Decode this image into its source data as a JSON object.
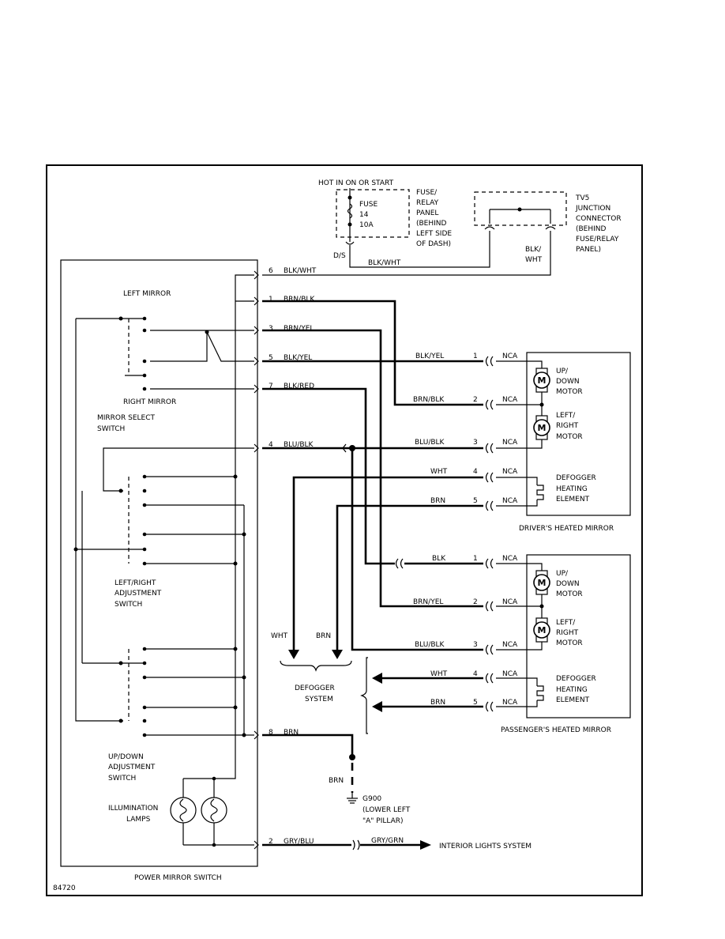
{
  "labels": {
    "hot_in": "HOT IN ON OR START",
    "fuse_line1": "FUSE",
    "fuse_line2": "14",
    "fuse_line3": "10A",
    "fuse_panel": [
      "FUSE/",
      "RELAY",
      "PANEL",
      "(BEHIND",
      "LEFT SIDE",
      "OF DASH)"
    ],
    "ds": "D/S",
    "tv5": [
      "TV5",
      "JUNCTION",
      "CONNECTOR",
      "(BEHIND",
      "FUSE/RELAY",
      "PANEL)"
    ],
    "blk_wht_main": "BLK/WHT",
    "blk_wht_vert": [
      "BLK/",
      "WHT"
    ],
    "left_mirror": "LEFT MIRROR",
    "right_mirror": "RIGHT MIRROR",
    "mirror_select": [
      "MIRROR SELECT",
      "SWITCH"
    ],
    "lr_adjust": [
      "LEFT/RIGHT",
      "ADJUSTMENT",
      "SWITCH"
    ],
    "ud_adjust": [
      "UP/DOWN",
      "ADJUSTMENT",
      "SWITCH"
    ],
    "illum": [
      "ILLUMINATION",
      "LAMPS"
    ],
    "power_switch": "POWER MIRROR SWITCH",
    "fig_id": "84720",
    "pins": {
      "p6": "6",
      "p6w": "BLK/WHT",
      "p1": "1",
      "p1w": "BRN/BLK",
      "p3": "3",
      "p3w": "BRN/YEL",
      "p5": "5",
      "p5w": "BLK/YEL",
      "p7": "7",
      "p7w": "BLK/RED",
      "p4": "4",
      "p4w": "BLU/BLK",
      "p8": "8",
      "p8w": "BRN",
      "p2": "2",
      "p2w": "GRY/BLU"
    },
    "driver": {
      "wires": [
        "BLK/YEL",
        "BRN/BLK",
        "BLU/BLK",
        "WHT",
        "BRN"
      ],
      "pins": [
        "1",
        "2",
        "3",
        "4",
        "5"
      ],
      "nca": "NCA",
      "updown": [
        "UP/",
        "DOWN",
        "MOTOR"
      ],
      "leftright": [
        "LEFT/",
        "RIGHT",
        "MOTOR"
      ],
      "defog": [
        "DEFOGGER",
        "HEATING",
        "ELEMENT"
      ],
      "title": "DRIVER'S HEATED MIRROR"
    },
    "passenger": {
      "wires": [
        "BLK",
        "BRN/YEL",
        "BLU/BLK",
        "WHT",
        "BRN"
      ],
      "pins": [
        "1",
        "2",
        "3",
        "4",
        "5"
      ],
      "nca": "NCA",
      "updown": [
        "UP/",
        "DOWN",
        "MOTOR"
      ],
      "leftright": [
        "LEFT/",
        "RIGHT",
        "MOTOR"
      ],
      "defog": [
        "DEFOGGER",
        "HEATING",
        "ELEMENT"
      ],
      "title": "PASSENGER'S HEATED MIRROR"
    },
    "motor": "M",
    "wht": "WHT",
    "brn": "BRN",
    "defogger_system": [
      "DEFOGGER",
      "SYSTEM"
    ],
    "brn_ground": "BRN",
    "g900": [
      "G900",
      "(LOWER LEFT",
      "\"A\" PILLAR)"
    ],
    "gry_grn": "GRY/GRN",
    "interior": "INTERIOR LIGHTS SYSTEM"
  }
}
